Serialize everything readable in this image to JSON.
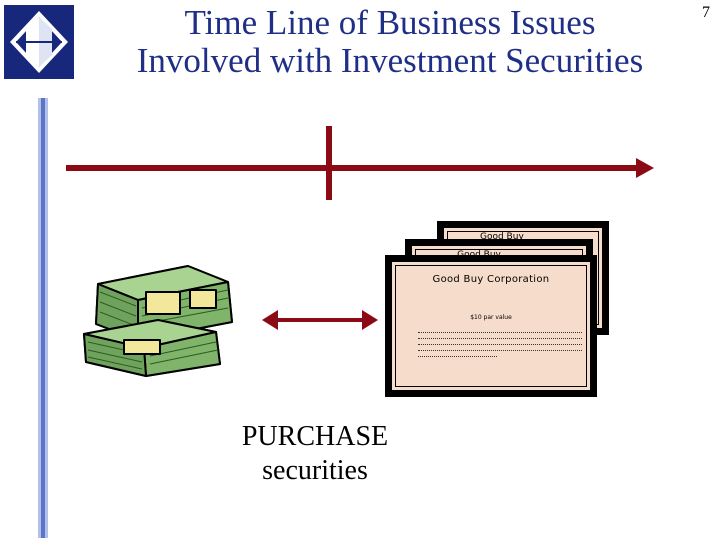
{
  "slide": {
    "title_line1": "Time Line of Business Issues",
    "title_line2": "Involved with Investment Securities",
    "page_number": "7"
  },
  "certificate": {
    "company": "Good Buy Corporation",
    "par_value": "$10 par value",
    "back_title": "Good Buy"
  },
  "caption": {
    "line1": "PURCHASE",
    "line2": "securities"
  },
  "colors": {
    "title": "#1f2f86",
    "timeline": "#8b0a14",
    "certificate_fill": "#f6dccb",
    "money_green": "#8fc27a",
    "money_yellow": "#f2e79a",
    "sidebar": "#b2c1ea"
  },
  "icons": [
    "diamond-logo-icon",
    "money-stack-icon",
    "double-arrow-icon",
    "stock-certificate-icon"
  ]
}
